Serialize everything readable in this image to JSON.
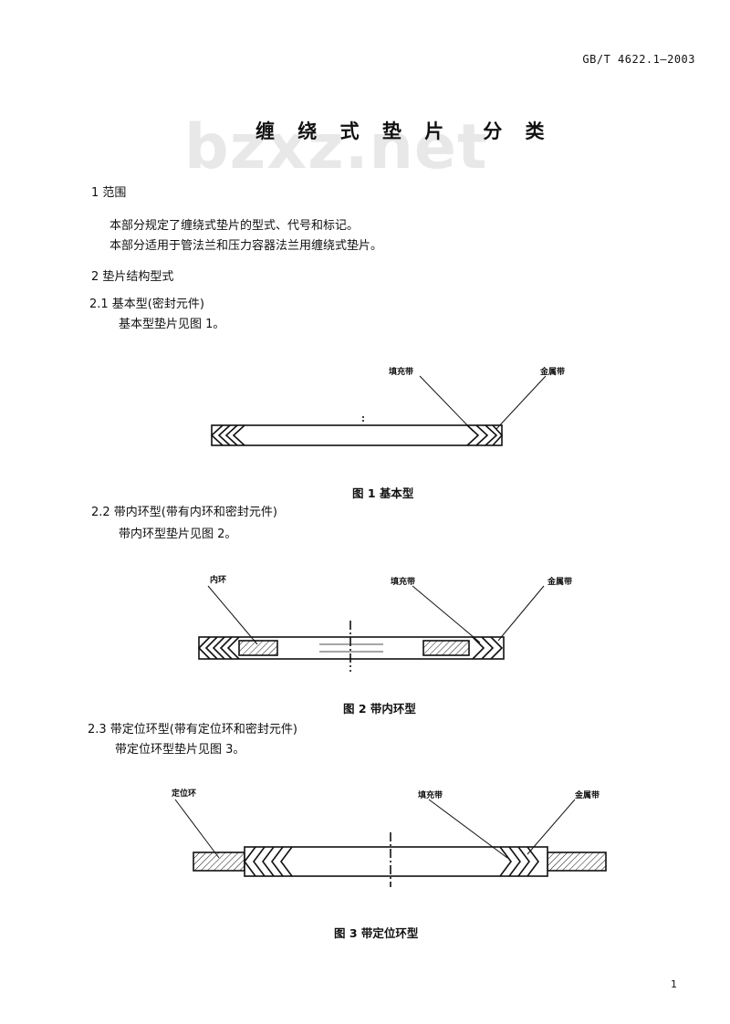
{
  "header": {
    "standard_number": "GB/T 4622.1—2003"
  },
  "document": {
    "title_part1": "缠 绕 式 垫 片",
    "title_part2": "分 类",
    "watermark": "bzxz.net",
    "sections": {
      "s1": {
        "heading": "1  范围",
        "para1": "本部分规定了缠绕式垫片的型式、代号和标记。",
        "para2": "本部分适用于管法兰和压力容器法兰用缠绕式垫片。"
      },
      "s2": {
        "heading": "2  垫片结构型式"
      },
      "s21": {
        "heading": "2.1  基本型(密封元件)",
        "para": "基本型垫片见图 1。"
      },
      "s22": {
        "heading": "2.2  带内环型(带有内环和密封元件)",
        "para": "带内环型垫片见图 2。"
      },
      "s23": {
        "heading": "2.3  带定位环型(带有定位环和密封元件)",
        "para": "带定位环型垫片见图 3。"
      }
    },
    "figures": {
      "fig1": {
        "caption": "图 1  基本型",
        "labels": {
          "filler": "填充带",
          "metal": "金属带"
        }
      },
      "fig2": {
        "caption": "图 2  带内环型",
        "labels": {
          "inner_ring": "内环",
          "filler": "填充带",
          "metal": "金属带"
        }
      },
      "fig3": {
        "caption": "图 3  带定位环型",
        "labels": {
          "locating_ring": "定位环",
          "filler": "填充带",
          "metal": "金属带"
        }
      }
    },
    "page_number": "1"
  }
}
